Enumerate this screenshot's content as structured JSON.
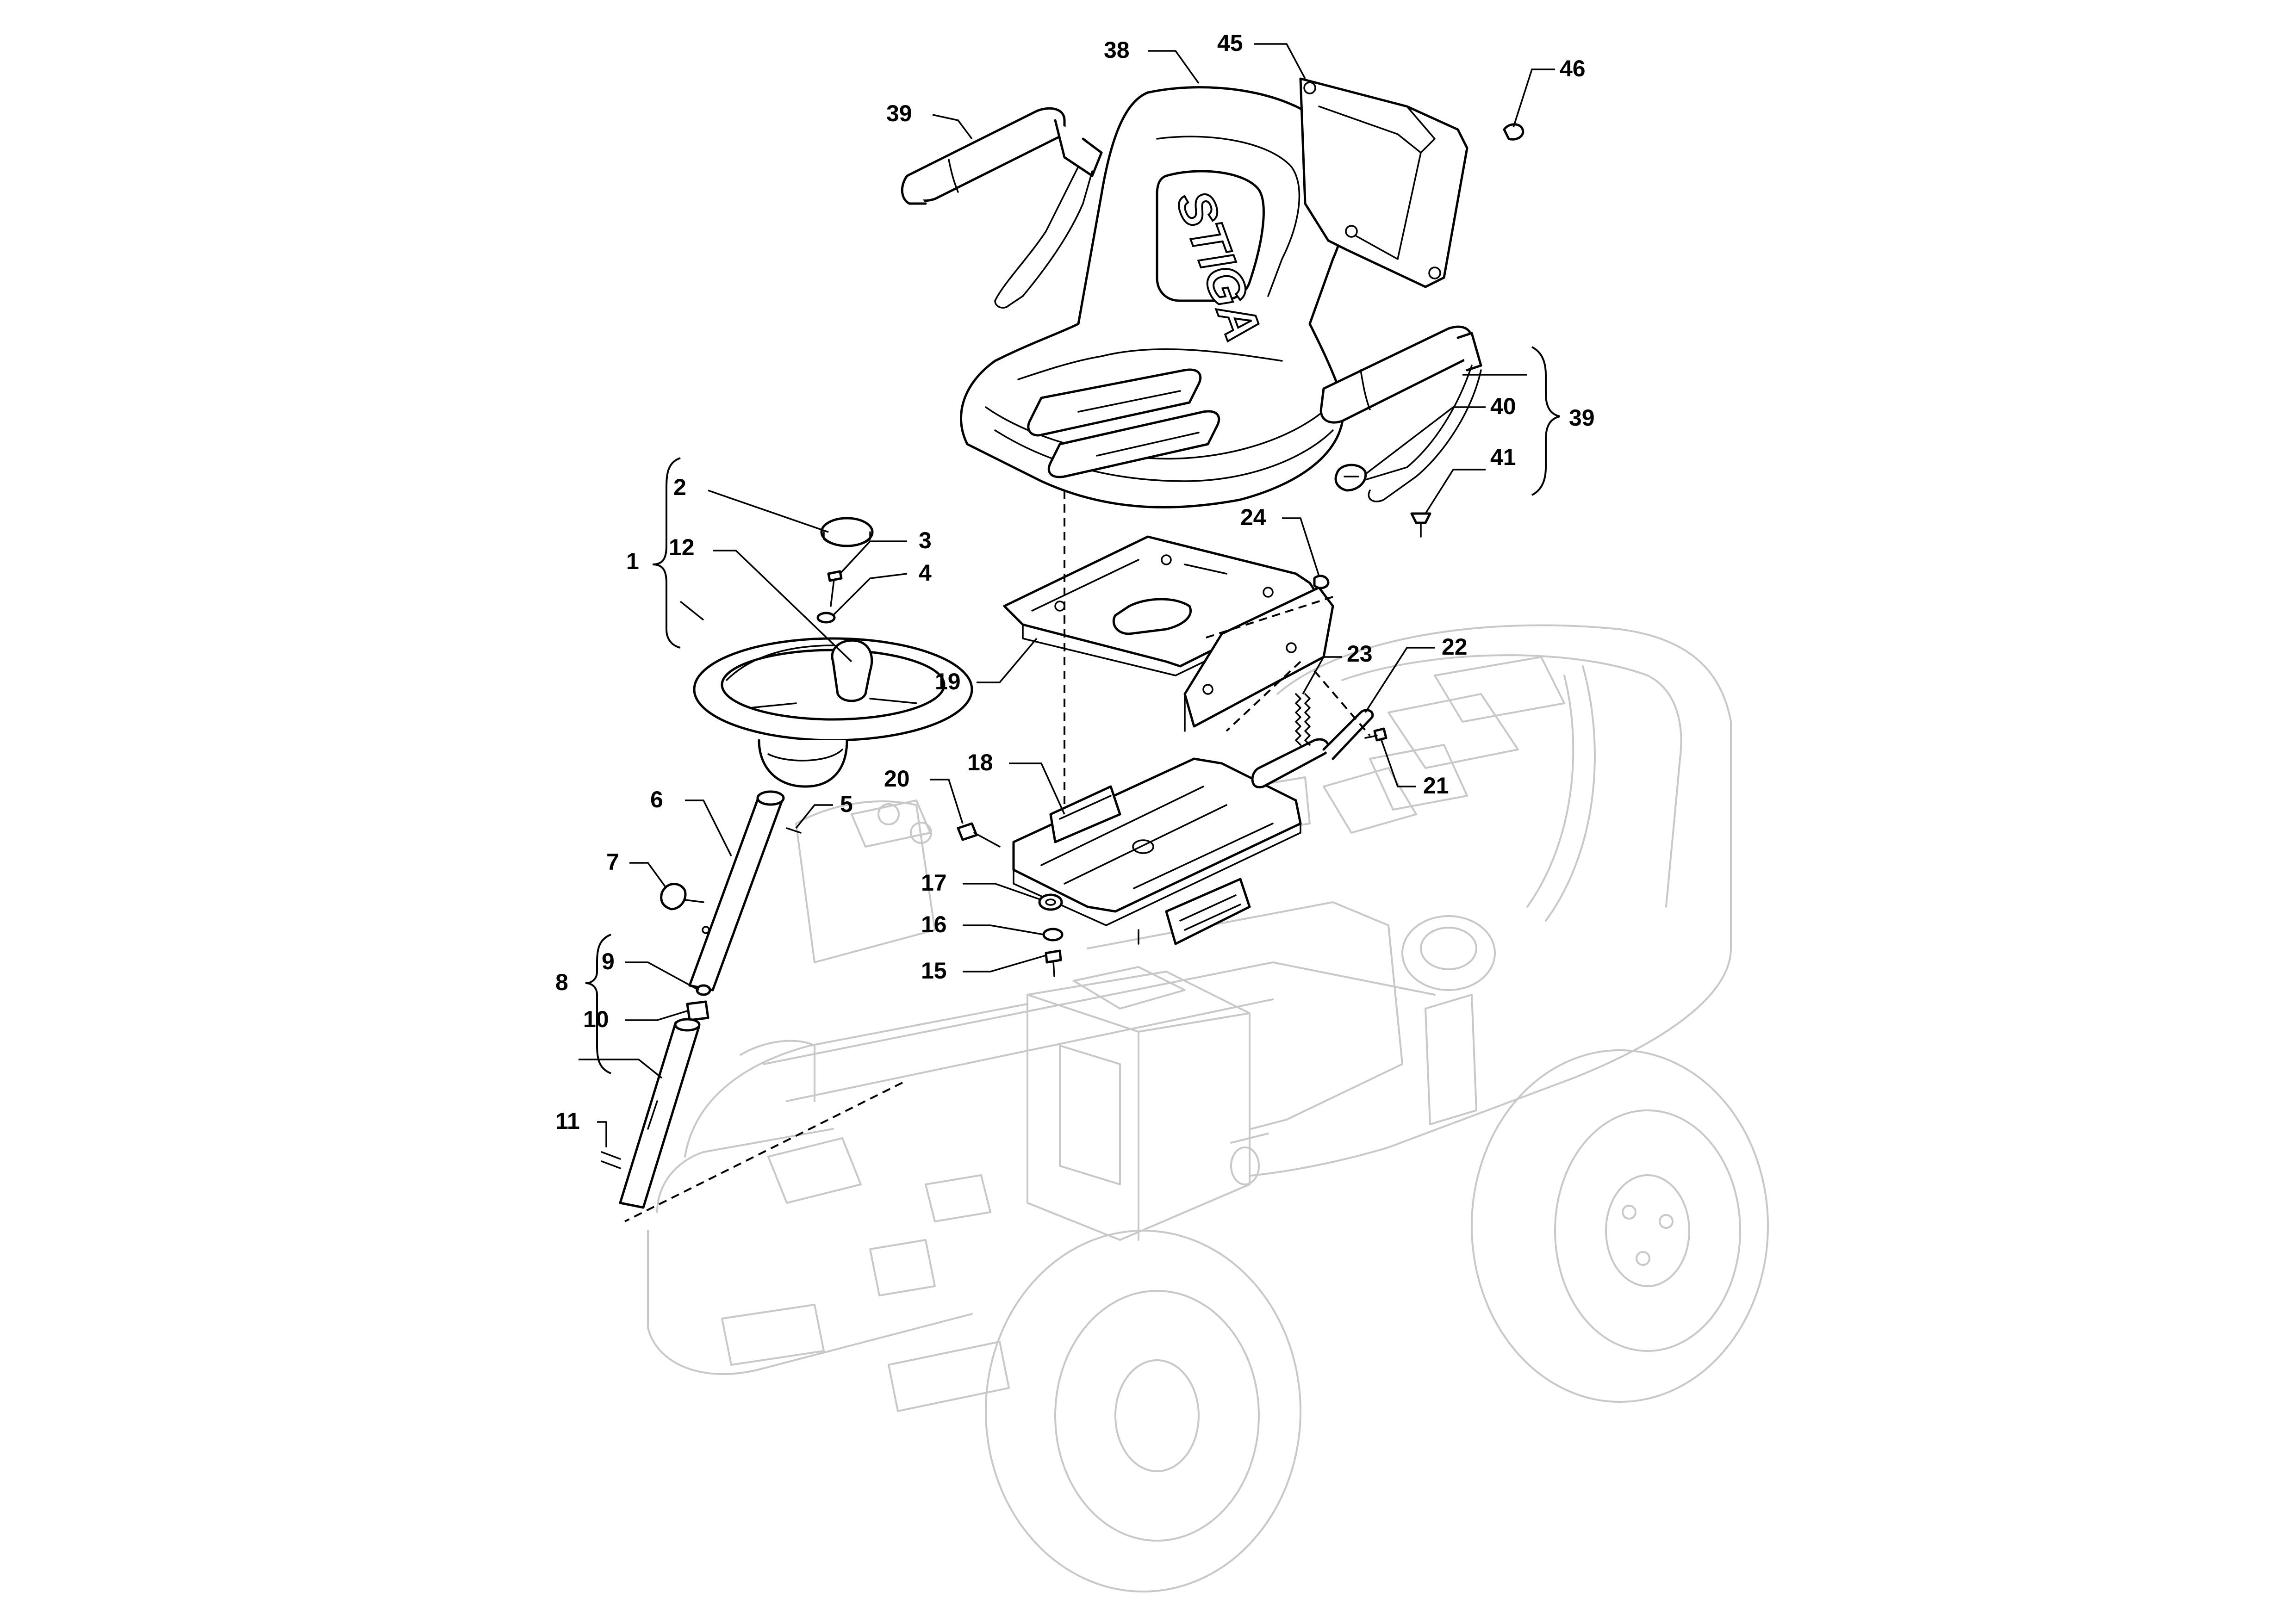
{
  "diagram": {
    "logo_text": "STIGA",
    "callouts": [
      {
        "id": "1",
        "label": "1"
      },
      {
        "id": "2",
        "label": "2"
      },
      {
        "id": "3",
        "label": "3"
      },
      {
        "id": "4",
        "label": "4"
      },
      {
        "id": "5",
        "label": "5"
      },
      {
        "id": "6",
        "label": "6"
      },
      {
        "id": "7",
        "label": "7"
      },
      {
        "id": "8",
        "label": "8"
      },
      {
        "id": "9",
        "label": "9"
      },
      {
        "id": "10",
        "label": "10"
      },
      {
        "id": "11",
        "label": "11"
      },
      {
        "id": "12",
        "label": "12"
      },
      {
        "id": "15",
        "label": "15"
      },
      {
        "id": "16",
        "label": "16"
      },
      {
        "id": "17",
        "label": "17"
      },
      {
        "id": "18",
        "label": "18"
      },
      {
        "id": "19",
        "label": "19"
      },
      {
        "id": "20",
        "label": "20"
      },
      {
        "id": "21",
        "label": "21"
      },
      {
        "id": "22",
        "label": "22"
      },
      {
        "id": "23",
        "label": "23"
      },
      {
        "id": "24",
        "label": "24"
      },
      {
        "id": "38",
        "label": "38"
      },
      {
        "id": "39a",
        "label": "39"
      },
      {
        "id": "39b",
        "label": "39"
      },
      {
        "id": "40",
        "label": "40"
      },
      {
        "id": "41",
        "label": "41"
      },
      {
        "id": "45",
        "label": "45"
      },
      {
        "id": "46",
        "label": "46"
      }
    ]
  }
}
